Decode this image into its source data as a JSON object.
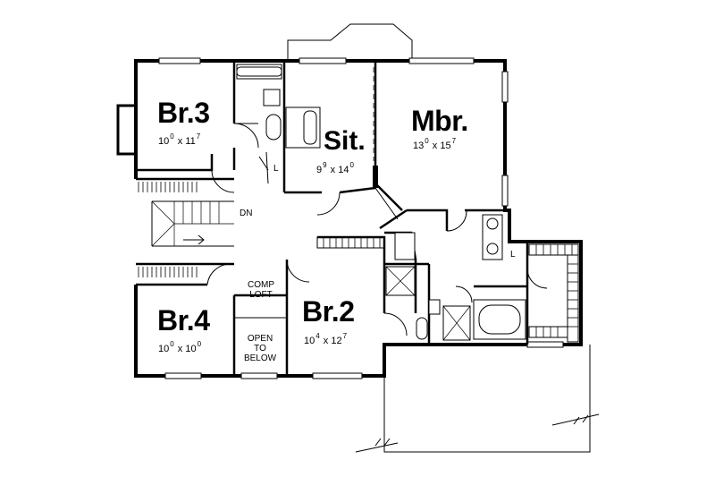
{
  "rooms": [
    {
      "id": "br3",
      "name": "Br.3",
      "w_ft": "10",
      "w_in": "0",
      "l_ft": "11",
      "l_in": "7"
    },
    {
      "id": "sit",
      "name": "Sit.",
      "w_ft": "9",
      "w_in": "9",
      "l_ft": "14",
      "l_in": "0"
    },
    {
      "id": "mbr",
      "name": "Mbr.",
      "w_ft": "13",
      "w_in": "0",
      "l_ft": "15",
      "l_in": "7"
    },
    {
      "id": "br4",
      "name": "Br.4",
      "w_ft": "10",
      "w_in": "0",
      "l_ft": "10",
      "l_in": "0"
    },
    {
      "id": "br2",
      "name": "Br.2",
      "w_ft": "10",
      "w_in": "4",
      "l_ft": "12",
      "l_in": "7"
    }
  ],
  "by": " x ",
  "labels": {
    "dn": "DN",
    "linen_closet": "L",
    "mbr_closet": "L",
    "comp_loft_1": "COMP",
    "comp_loft_2": "LOFT",
    "open_1": "OPEN",
    "open_2": "TO",
    "open_3": "BELOW"
  }
}
